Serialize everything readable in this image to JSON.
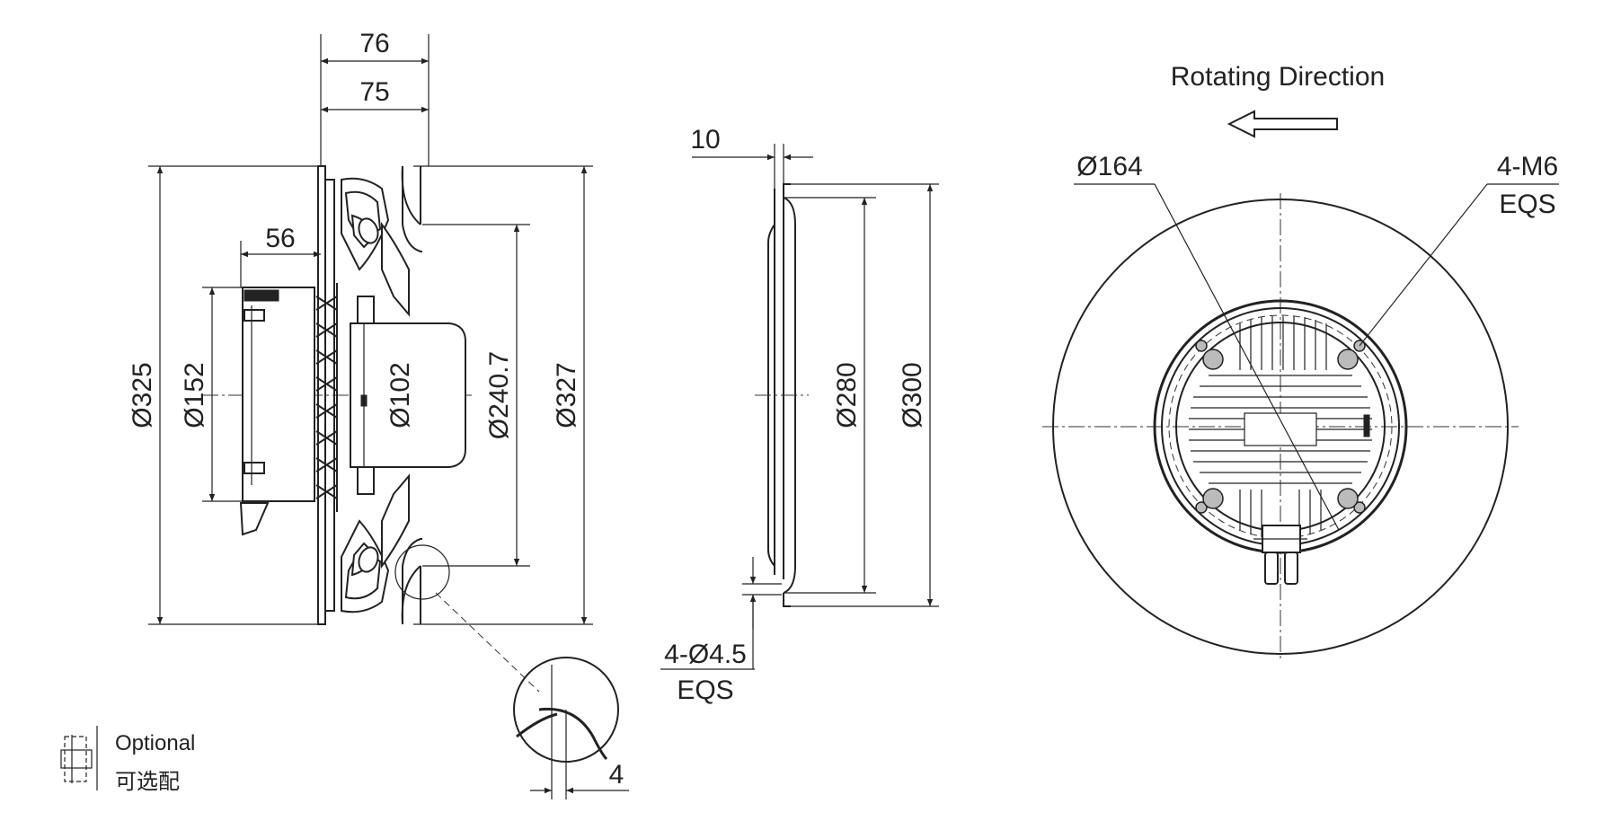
{
  "side_view": {
    "dim_76": "76",
    "dim_75": "75",
    "dim_56": "56",
    "dim_325": "Ø325",
    "dim_152": "Ø152",
    "dim_102": "Ø102",
    "dim_240_7": "Ø240.7",
    "dim_327": "Ø327",
    "dim_4": "4"
  },
  "ring_view": {
    "dim_10": "10",
    "dim_280": "Ø280",
    "dim_300": "Ø300",
    "hole_spec": "4-Ø4.5",
    "hole_eqs": "EQS"
  },
  "rear_view": {
    "rotation_label": "Rotating Direction",
    "dim_164": "Ø164",
    "thread_spec": "4-M6",
    "thread_eqs": "EQS"
  },
  "legend": {
    "optional_en": "Optional",
    "optional_cn": "可选配"
  }
}
